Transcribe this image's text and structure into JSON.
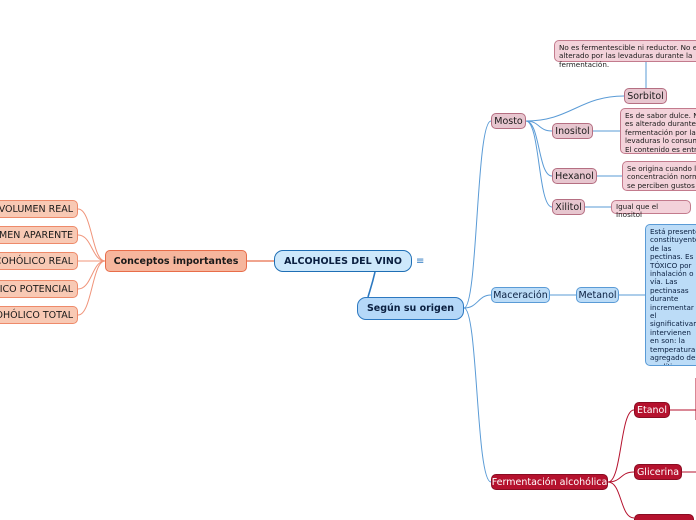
{
  "central": {
    "title": "ALCOHOLES DEL VINO"
  },
  "conceptos": {
    "title": "Conceptos importantes",
    "items": [
      "VOLUMEN REAL",
      "VOLUMEN APARENTE",
      "GRADO ALCOHÓLICO REAL",
      "GRADO ALCOHÓLICO POTENCIAL",
      "GRADO ALCOHÓLICO TOTAL"
    ]
  },
  "origen": {
    "title": "Según su origen",
    "mosto": {
      "title": "Mosto",
      "sorbitol": {
        "label": "Sorbitol",
        "note": "No es fermentescible ni reductor. No es alterado por las levaduras durante la fermentación."
      },
      "inositol": {
        "label": "Inositol",
        "note": "Es de sabor dulce. No es alterado durante la fermentación por las levaduras lo consumen. El contenido es entre 70 a 80 mg/l es porque hubo un aporte"
      },
      "hexanol": {
        "label": "Hexanol",
        "note": "Se origina cuando la concentración normal se perciben gustos"
      },
      "xilitol": {
        "label": "Xilitol",
        "note": "Igual que el Inositol"
      }
    },
    "maceracion": {
      "title": "Maceración",
      "metanol": {
        "label": "Metanol",
        "note": "Está presente constituyente de las pectinas. Es TÓXICO por inhalación o vía. Las pectinasas durante incrementar el significativamente intervienen en son: la temperatura agregado de analítica pero tintos con libre blancos y rosados para tintos sin blancos y rosados"
      }
    },
    "fermentacion": {
      "title": "Fermentación alcohólica",
      "etanol": {
        "label": "Etanol"
      },
      "glicerina": {
        "label": "Glicerina"
      }
    }
  },
  "colors": {
    "peach_line": "#f0947a",
    "blue_line": "#2c78c0",
    "mosto_line": "#5a9bd6",
    "red_line": "#b5122e"
  }
}
